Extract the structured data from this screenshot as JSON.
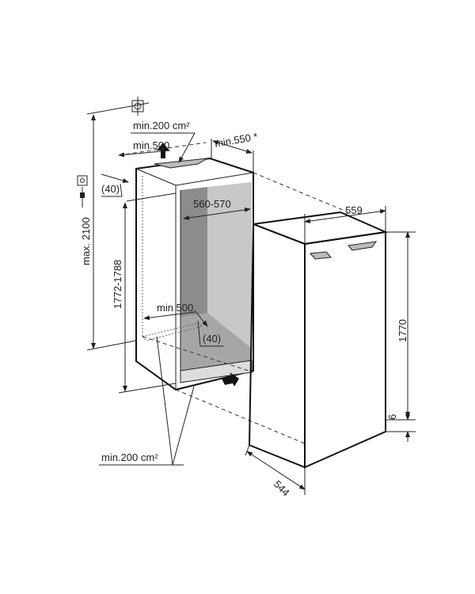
{
  "niche": {
    "vent_top_area": "min.200 cm²",
    "vent_top_depth": "min.500",
    "depth_min": "min.550 *",
    "top_offset": "(40)",
    "max_height": "max. 2100",
    "inner_width": "560-570",
    "niche_height": "1772-1788",
    "vent_bottom_depth": "min 500",
    "bottom_offset": "(40)",
    "vent_bottom_area": "min.200 cm²"
  },
  "appliance": {
    "width": "559",
    "height": "1770",
    "plinth": "6",
    "depth": "544"
  },
  "colors": {
    "line": "#222222",
    "cavity_dark": "#8c8c8c",
    "cavity_light": "#c8c8c8"
  }
}
